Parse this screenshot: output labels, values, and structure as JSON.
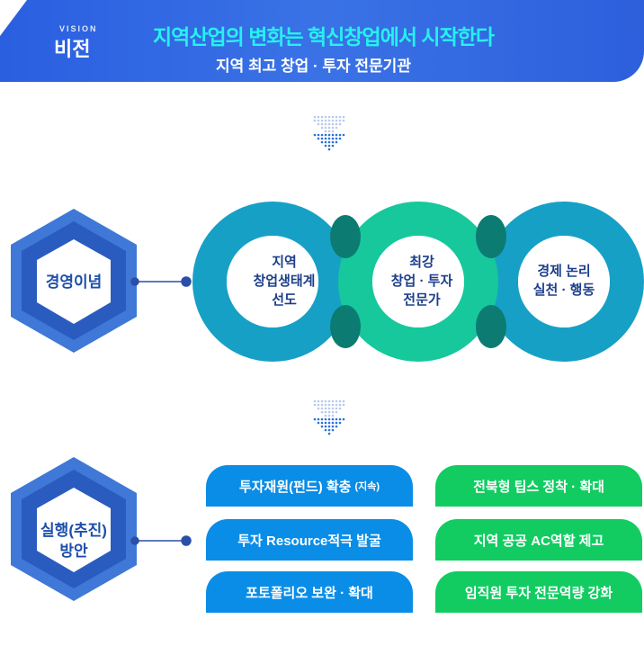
{
  "banner": {
    "vision_en": "VISION",
    "vision_ko": "비전",
    "title": "지역산업의 변화는 혁신창업에서 시작한다",
    "subtitle": "지역 최고 창업 · 투자 전문기관"
  },
  "philosophy": {
    "label": "경영이념",
    "rings": [
      {
        "lines": [
          "지역",
          "창업생태계",
          "선도"
        ]
      },
      {
        "lines": [
          "최강",
          "창업 · 투자",
          "전문가"
        ]
      },
      {
        "lines": [
          "경제 논리",
          "실천 · 행동"
        ]
      }
    ]
  },
  "execution": {
    "label_lines": [
      "실행(추진)",
      "방안"
    ],
    "blue": [
      {
        "text": "투자재원(펀드) 확충",
        "note": "(지속)"
      },
      {
        "text": "투자 Resource적극 발굴"
      },
      {
        "text": "포토폴리오 보완 · 확대"
      }
    ],
    "green": [
      {
        "text": "전북형 팁스 정착 · 확대"
      },
      {
        "text": "지역 공공 AC역할 제고"
      },
      {
        "text": "임직원 투자 전문역량 강화"
      }
    ]
  },
  "colors": {
    "ring_blue": "#17a0c6",
    "ring_green": "#16c89c",
    "overlap": "#0c7c72",
    "hex": "#2f63c4"
  }
}
